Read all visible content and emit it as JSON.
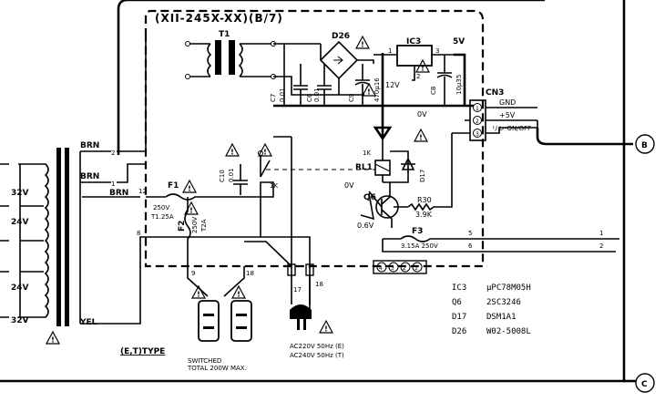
{
  "board_title": "(XII-245X-XX)(B/7)",
  "transformer_label": "T1",
  "labels": {
    "d26": "D26",
    "ic3": "IC3",
    "v5": "5V",
    "v12": "12V",
    "pin1": "1",
    "pin2": "2",
    "pin3": "3",
    "c7": "C7",
    "c7_val": "0.01",
    "c6": "C6",
    "c6_val": "0.01",
    "c9": "C9",
    "c9_val": "470μ16",
    "c8": "C8",
    "c8_val": "10μ35",
    "ov_top": "0V",
    "cn3": "CN3",
    "gnd": "GND",
    "plus5v": "+5V",
    "on_off": "リレ-ON/OFF",
    "cn3_pin1": "1",
    "cn3_pin2": "2",
    "cn3_pin3": "3",
    "rl1": "RL1",
    "k1_a": "1K",
    "k1_b": "1K",
    "d17": "D17",
    "c10": "C10",
    "c10_val": "0.01",
    "ov_mid": "0V",
    "q6": "Q6",
    "r30": "R30",
    "r30_val": "3.9K",
    "v06": "0.6V",
    "f1": "F1",
    "f1_rating": "250V",
    "f1_amp": "T1.25A",
    "f2": "F2",
    "f2_rating": "250V",
    "f2_amp": "T2A",
    "f3": "F3",
    "f3_rating": "3.15A 250V",
    "brn1": "BRN",
    "brn2": "BRN",
    "brn3": "BRN",
    "yel": "YEL",
    "n2": "2",
    "n1": "1",
    "n12": "12",
    "n8": "8",
    "n9": "9",
    "n18a": "18",
    "n17": "17",
    "n18b": "18",
    "n5": "5",
    "n6": "6",
    "out1": "1",
    "out2": "2",
    "v32a": "32V",
    "v24a": "24V",
    "v24b": "24V",
    "v32b": "32V",
    "conn_4": "4",
    "conn_3": "3",
    "conn_2": "2",
    "conn_1": "1",
    "type_label": "(E,T)TYPE",
    "switched_1": "SWITCHED",
    "switched_2": "TOTAL 200W MAX.",
    "ac_1": "AC220V 50Hz (E)",
    "ac_2": "AC240V 50Hz (T)",
    "ref_b": "B",
    "ref_c": "C",
    "warn": "!"
  },
  "parts_list": [
    {
      "ref": "IC3",
      "part": "μPC78M05H"
    },
    {
      "ref": "Q6",
      "part": "2SC3246"
    },
    {
      "ref": "D17",
      "part": "DSM1A1"
    },
    {
      "ref": "D26",
      "part": "W02-5008L"
    }
  ]
}
